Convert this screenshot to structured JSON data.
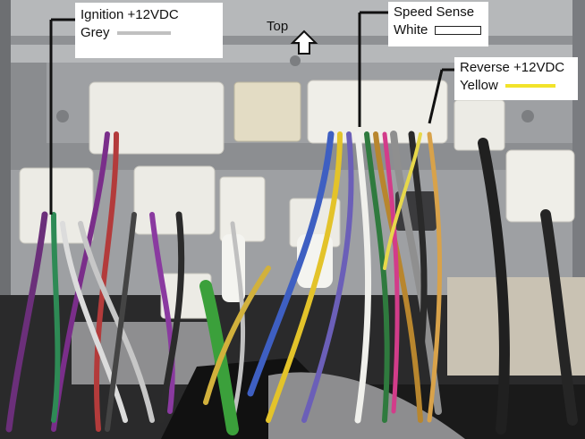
{
  "annotations": {
    "ignition": {
      "title": "Ignition +12VDC",
      "color_name": "Grey",
      "swatch_color": "#c0c0c0"
    },
    "speed_sense": {
      "title": "Speed Sense",
      "color_name": "White",
      "swatch_color": "#ffffff"
    },
    "reverse": {
      "title": "Reverse +12VDC",
      "color_name": "Yellow",
      "swatch_color": "#f2e32a"
    },
    "top": {
      "label": "Top",
      "icon": "up-arrow-icon"
    }
  },
  "colors": {
    "leader_line": "#111111",
    "panel": "#a9abad",
    "connector": "#ecebe5"
  }
}
